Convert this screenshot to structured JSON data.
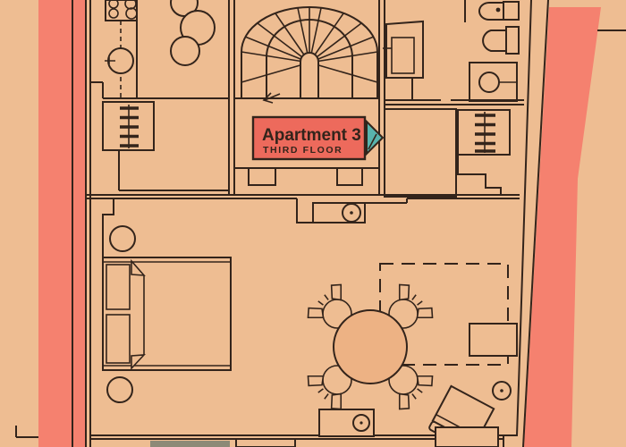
{
  "label": {
    "title": "Apartment 3",
    "subtitle": "THIRD FLOOR"
  },
  "colors": {
    "background": "#eebd92",
    "wall_highlight": "#f5816f",
    "line": "#33241b",
    "badge_bg": "#ed6a5c",
    "badge_text": "#33241b",
    "arrow": "#58b3ac",
    "table_fill": "#edb284",
    "band": "#8d8a77"
  },
  "icons": {
    "marker_arrow": "right-pointing-flag"
  }
}
